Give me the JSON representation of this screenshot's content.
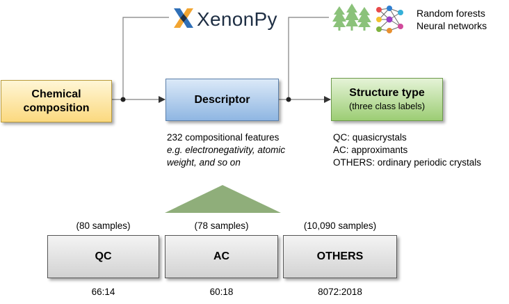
{
  "xenonpy_logo": {
    "text": "XenonPy"
  },
  "ml_methods": {
    "line1": "Random forests",
    "line2": "Neural networks"
  },
  "boxes": {
    "chemical": {
      "line1": "Chemical",
      "line2": "composition"
    },
    "descriptor": {
      "label": "Descriptor"
    },
    "structure": {
      "title": "Structure type",
      "subtitle": "(three class labels)"
    }
  },
  "descriptor_note": {
    "line1": "232 compositional features",
    "line2": "e.g. electronegativity, atomic",
    "line3": "weight, and so on"
  },
  "class_note": {
    "line1": "QC: quasicrystals",
    "line2": "AC: approximants",
    "line3": "OTHERS: ordinary periodic crystals"
  },
  "classes": [
    {
      "label": "QC",
      "samples": "(80 samples)",
      "ratio": "66:14"
    },
    {
      "label": "AC",
      "samples": "(78 samples)",
      "ratio": "60:18"
    },
    {
      "label": "OTHERS",
      "samples": "(10,090 samples)",
      "ratio": "8072:2018"
    }
  ],
  "colors": {
    "chemical_fill": "#fbd97f",
    "descriptor_fill": "#8fb6e2",
    "structure_fill": "#9ccd74",
    "class_fill": "#d2d2d2",
    "triangle": "#8fae7a",
    "tree": "#8bc27a",
    "line": "#7f7f7f"
  }
}
